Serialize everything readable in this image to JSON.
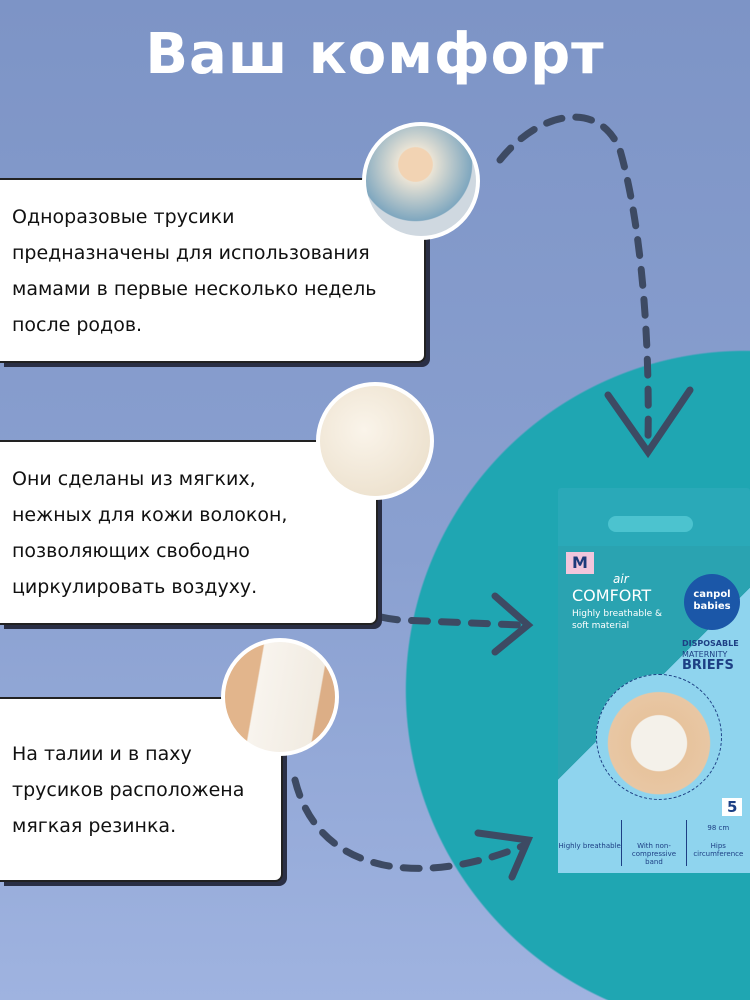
{
  "title": "Ваш комфорт",
  "cards": [
    {
      "lines": [
        "Одноразовые трусики",
        "предназначены для использования",
        "мамами в первые несколько недель",
        "после родов."
      ]
    },
    {
      "lines": [
        "Они сделаны из мягких,",
        "нежных для кожи волокон,",
        "позволяющих свободно",
        "циркулировать воздуху."
      ]
    },
    {
      "lines": [
        "На талии и в паху",
        "трусиков расположена",
        "мягкая резинка."
      ]
    }
  ],
  "package": {
    "size": "M",
    "air": "air",
    "comfort": "COMFORT",
    "tagline": "Highly breathable & soft material",
    "brand": "canpol babies",
    "disposable": "DISPOSABLE",
    "maternity": "MATERNITY",
    "briefs": "BRIEFS",
    "count": "5",
    "features": [
      "Highly breathable",
      "With non-compressive band",
      "Hips circumference"
    ],
    "hips": "98 cm"
  },
  "colors": {
    "circle": "#1fa6b2",
    "brand": "#1b57a8"
  }
}
